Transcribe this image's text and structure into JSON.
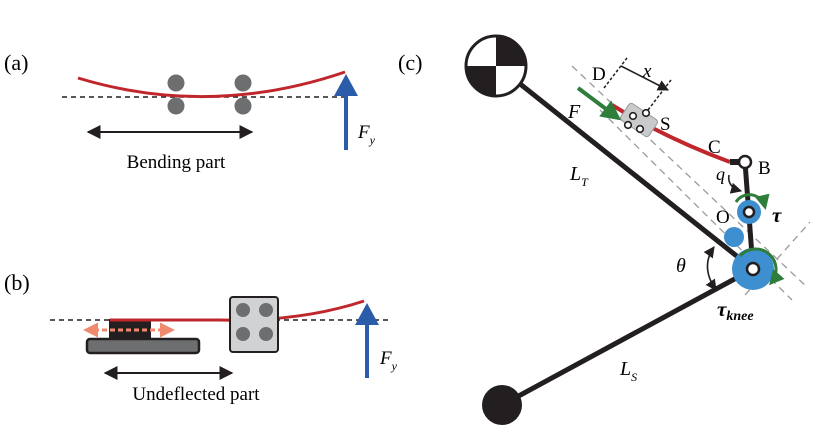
{
  "panels": {
    "a": {
      "tag": "(a)",
      "caption": "Bending part",
      "force": "F",
      "force_sub": "y"
    },
    "b": {
      "tag": "(b)",
      "caption": "Undeflected part",
      "force": "F",
      "force_sub": "y"
    },
    "c": {
      "tag": "(c)",
      "labels": {
        "D": "D",
        "x": "x",
        "F": "F",
        "S": "S",
        "C": "C",
        "B": "B",
        "q": "q",
        "O": "O",
        "tau": "τ",
        "tau_knee": "τ",
        "tau_knee_sub": "knee",
        "theta": "θ",
        "LT": "L",
        "LT_sub": "T",
        "LS": "L",
        "LS_sub": "S"
      }
    }
  },
  "colors": {
    "spring": "#c0272d",
    "force_arrow": "#2a5caa",
    "green_arrow": "#2e7d3a",
    "pulley": "#3d8fd0",
    "roller": "#6d6e70",
    "link": "#231f20",
    "dashed": "#9a9a9a",
    "salmon": "#f08a6e"
  }
}
